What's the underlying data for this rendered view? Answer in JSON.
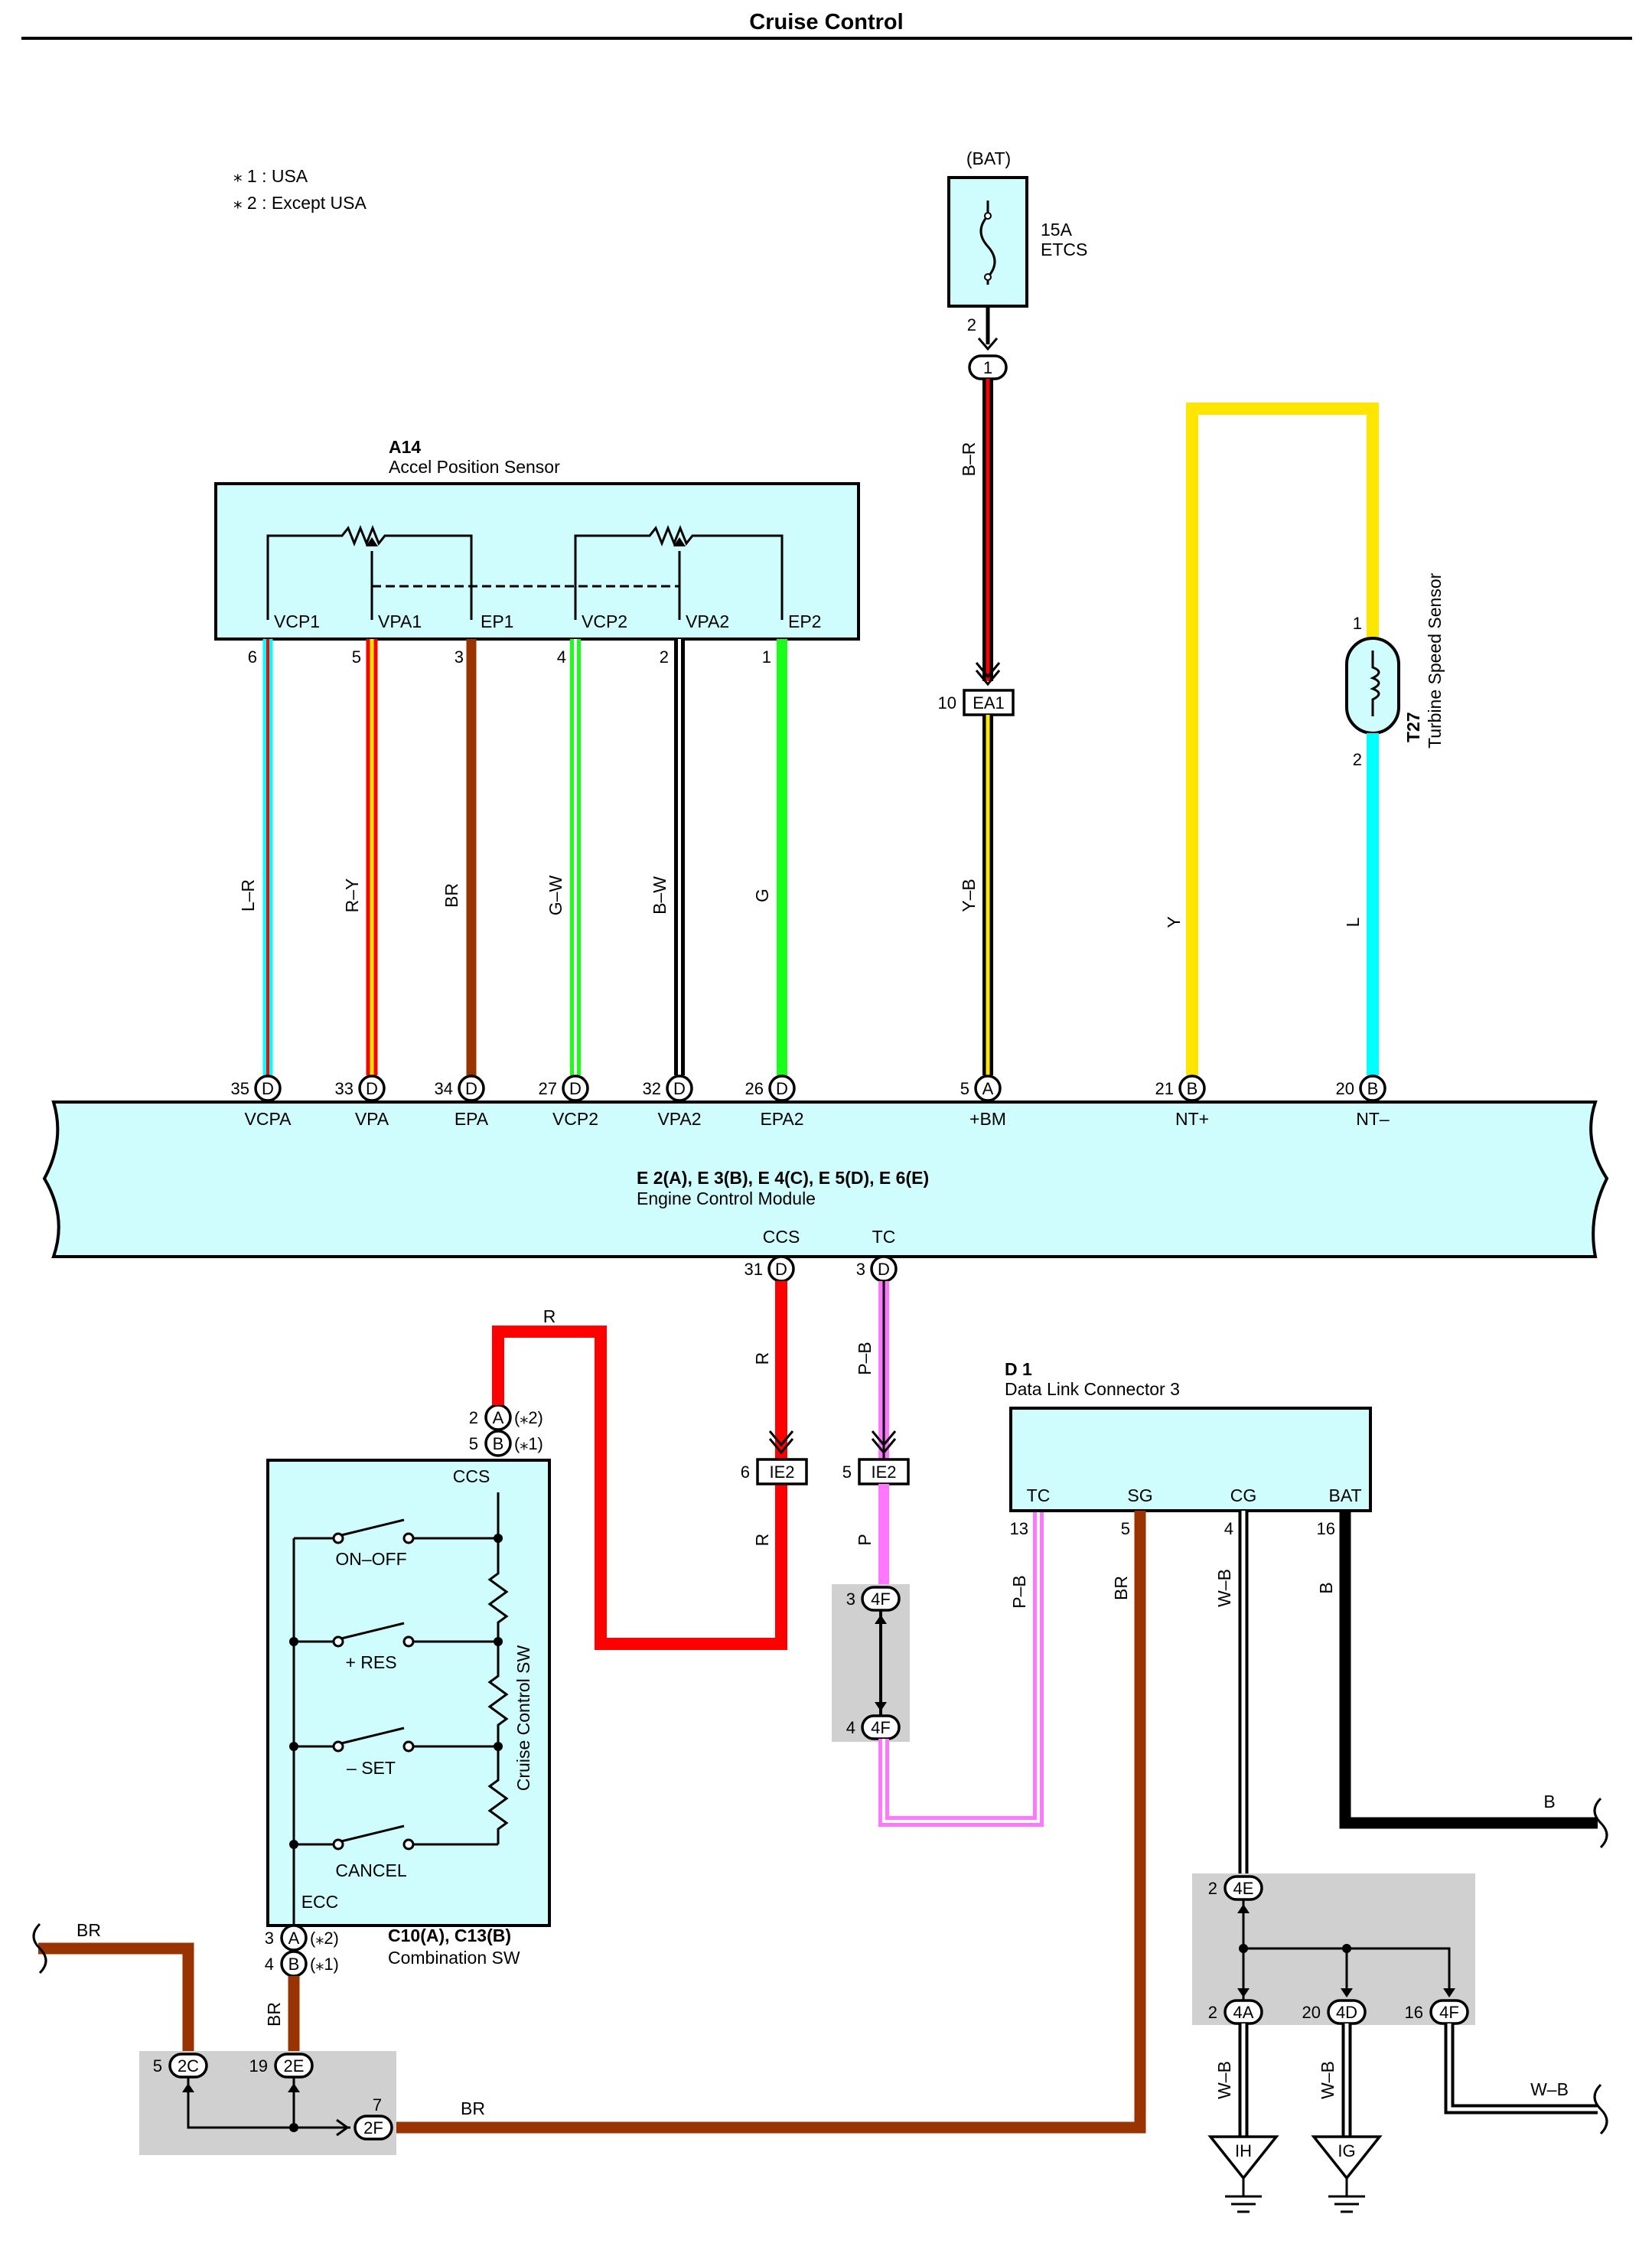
{
  "title": "Cruise Control",
  "notes": [
    "⁎ 1 : USA",
    "⁎ 2 : Except USA"
  ],
  "fuse": {
    "source": "(BAT)",
    "rating": "15A",
    "name": "ETCS",
    "pin": "2",
    "junction": "1"
  },
  "sensor_a14": {
    "code": "A14",
    "name": "Accel Position Sensor",
    "terminals": [
      "VCP1",
      "VPA1",
      "EP1",
      "VCP2",
      "VPA2",
      "EP2"
    ],
    "pins": [
      "6",
      "5",
      "3",
      "4",
      "2",
      "1"
    ]
  },
  "wires_top": [
    "L–R",
    "R–Y",
    "BR",
    "G–W",
    "B–W",
    "G",
    "Y–B",
    "Y",
    "L"
  ],
  "wire_br_top": "B–R",
  "junction_ea1": {
    "label": "EA1",
    "pin": "10"
  },
  "turbine": {
    "code": "T27",
    "name": "Turbine Speed Sensor",
    "pin_top": "1",
    "pin_bottom": "2"
  },
  "ecm": {
    "codes": "E 2(A), E 3(B), E 4(C), E 5(D), E 6(E)",
    "name": "Engine Control Module",
    "top_pins": [
      {
        "num": "35",
        "conn": "D",
        "name": "VCPA"
      },
      {
        "num": "33",
        "conn": "D",
        "name": "VPA"
      },
      {
        "num": "34",
        "conn": "D",
        "name": "EPA"
      },
      {
        "num": "27",
        "conn": "D",
        "name": "VCP2"
      },
      {
        "num": "32",
        "conn": "D",
        "name": "VPA2"
      },
      {
        "num": "26",
        "conn": "D",
        "name": "EPA2"
      },
      {
        "num": "5",
        "conn": "A",
        "name": "+BM"
      },
      {
        "num": "21",
        "conn": "B",
        "name": "NT+"
      },
      {
        "num": "20",
        "conn": "B",
        "name": "NT–"
      }
    ],
    "bottom_pins": [
      {
        "num": "31",
        "conn": "D",
        "name": "CCS"
      },
      {
        "num": "3",
        "conn": "D",
        "name": "TC"
      }
    ]
  },
  "wires_mid": {
    "r_top": "R",
    "r_vert": "R",
    "pb": "P–B",
    "r_low": "R",
    "p": "P",
    "pb2": "P–B",
    "br": "BR",
    "wb": "W–B",
    "b": "B",
    "b_right": "B"
  },
  "ie2": {
    "label": "IE2",
    "pin_left": "6",
    "pin_right": "5"
  },
  "dlc": {
    "code": "D 1",
    "name": "Data Link Connector 3",
    "terminals": [
      "TC",
      "SG",
      "CG",
      "BAT"
    ],
    "pins": [
      "13",
      "5",
      "4",
      "16"
    ]
  },
  "jc_4f": {
    "label": "4F",
    "pin_top": "3",
    "pin_bottom": "4"
  },
  "combo_sw": {
    "code": "C10(A), C13(B)",
    "name": "Combination SW",
    "inner_name": "Cruise Control SW",
    "terminal_top": "CCS",
    "terminal_bottom": "ECC",
    "switches": [
      "ON–OFF",
      "+ RES",
      "– SET",
      "CANCEL"
    ],
    "top_pins": [
      {
        "num": "2",
        "conn": "A",
        "note": "(⁎2)"
      },
      {
        "num": "5",
        "conn": "B",
        "note": "(⁎1)"
      }
    ],
    "bottom_pins": [
      {
        "num": "3",
        "conn": "A",
        "note": "(⁎2)"
      },
      {
        "num": "4",
        "conn": "B",
        "note": "(⁎1)"
      }
    ]
  },
  "bottom_left": {
    "br_left": "BR",
    "br_vert": "BR",
    "br_bottom": "BR",
    "j2c": {
      "label": "2C",
      "pin": "5"
    },
    "j2e": {
      "label": "2E",
      "pin": "19"
    },
    "j2f": {
      "label": "2F",
      "pin": "7"
    }
  },
  "ground_block": {
    "j4e": {
      "label": "4E",
      "pin": "2"
    },
    "j4a": {
      "label": "4A",
      "pin": "2"
    },
    "j4d": {
      "label": "4D",
      "pin": "20"
    },
    "j4f": {
      "label": "4F",
      "pin": "16"
    },
    "wire1": "W–B",
    "wire2": "W–B",
    "wire_right": "W–B",
    "ground1": "IH",
    "ground2": "IG"
  },
  "colors": {
    "box": "#cffcfc",
    "red": "#ff0000",
    "brown": "#993300",
    "yellow": "#ffe600",
    "cyan": "#00ffff",
    "green": "#1aff1a",
    "pink": "#ff77ff",
    "gray": "#d0d0d0"
  }
}
